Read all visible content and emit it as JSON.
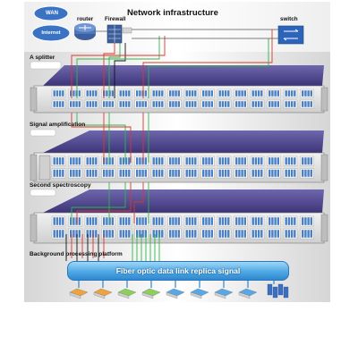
{
  "title": "Network infrastructure",
  "devices": {
    "wan": "WAN",
    "internet": "Internet",
    "router": "router",
    "firewall": "Firewall",
    "switch": "switch"
  },
  "sections": {
    "splitter": "A splitter",
    "amplification": "Signal amplification",
    "spectroscopy": "Second spectroscopy",
    "processing": "Background processing platform"
  },
  "banner": "Fiber optic data link replica signal",
  "colors": {
    "chassis_top": "#574f97",
    "chassis_dark": "#3d3478",
    "panel": "#e6e6e6",
    "port": "#4a7fc1",
    "fiber_red": "#e0332b",
    "fiber_green": "#2fb54a",
    "fiber_black": "#111111",
    "banner": "#4fa9e4"
  },
  "endpoint_icons": [
    "server-orange-icon",
    "server-orange-icon",
    "server-green-icon",
    "server-green-icon",
    "server-blue-icon",
    "server-blue-icon",
    "server-blue-icon",
    "server-blue-icon",
    "server-cluster-icon"
  ]
}
